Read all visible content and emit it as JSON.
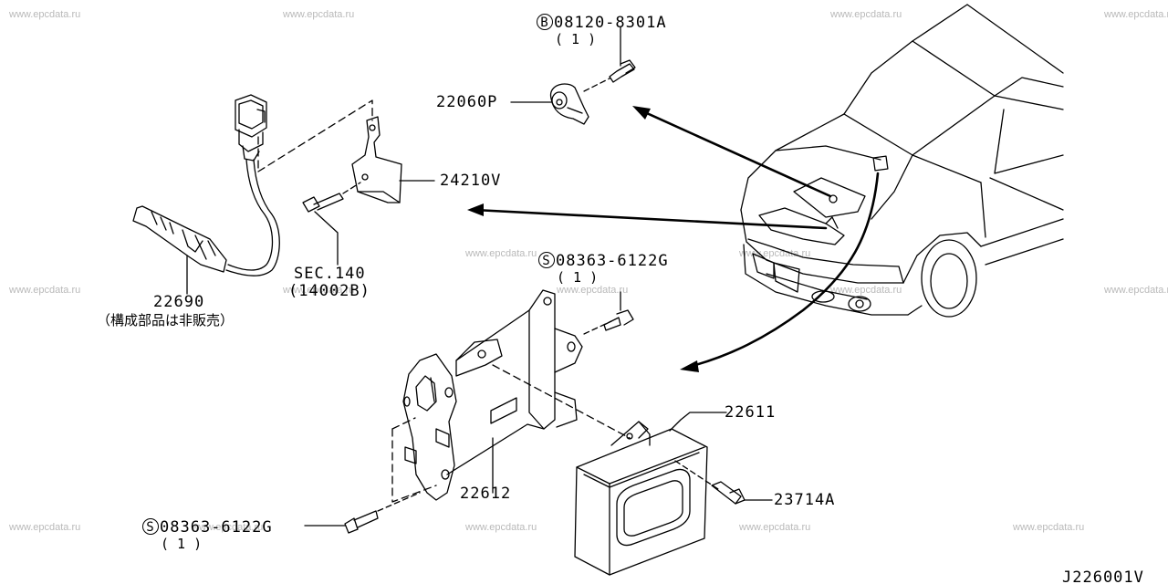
{
  "watermark": "www.epcdata.ru",
  "parts": {
    "knock_bolt": {
      "symbol": "B",
      "number": "08120-8301A",
      "qty": "( 1 )"
    },
    "knock_sensor": {
      "number": "22060P"
    },
    "bracket": {
      "number": "24210V"
    },
    "sec_ref": {
      "line1": "SEC.140",
      "line2": "(14002B)"
    },
    "o2_sensor": {
      "number": "22690",
      "note": "（構成部品は非販売）"
    },
    "upper_screw": {
      "symbol": "S",
      "number": "08363-6122G",
      "qty": "( 1 )"
    },
    "ecu": {
      "number": "22611"
    },
    "ecu_bracket": {
      "number": "22612"
    },
    "ecu_bolt": {
      "number": "23714A"
    },
    "lower_screw": {
      "symbol": "S",
      "number": "08363-6122G",
      "qty": "( 1 )"
    }
  },
  "diagram_code": "J226001V"
}
